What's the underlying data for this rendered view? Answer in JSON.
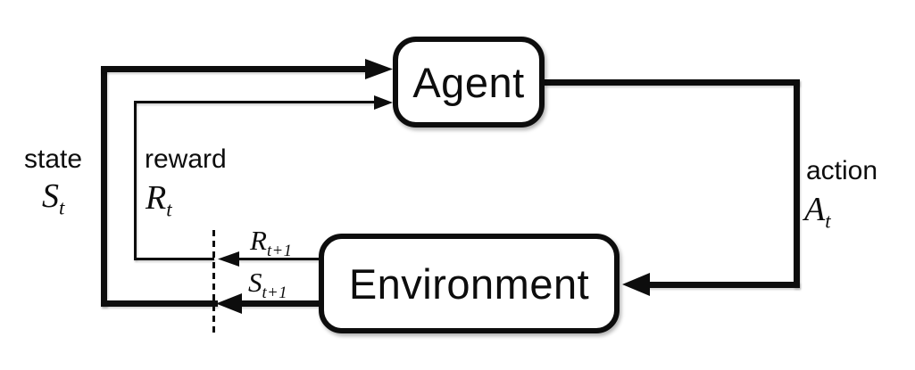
{
  "figure": {
    "background": "#ffffff",
    "ink": "#0d0d0d",
    "nodes": {
      "agent": {
        "label": "Agent"
      },
      "environment": {
        "label": "Environment"
      }
    },
    "annotations": {
      "state": {
        "word": "state",
        "symbol": "S",
        "subscript": "t"
      },
      "reward": {
        "word": "reward",
        "symbol": "R",
        "subscript": "t"
      },
      "action": {
        "word": "action",
        "symbol": "A",
        "subscript": "t"
      },
      "next_reward": {
        "symbol": "R",
        "subscript": "t+1"
      },
      "next_state": {
        "symbol": "S",
        "subscript": "t+1"
      }
    }
  }
}
